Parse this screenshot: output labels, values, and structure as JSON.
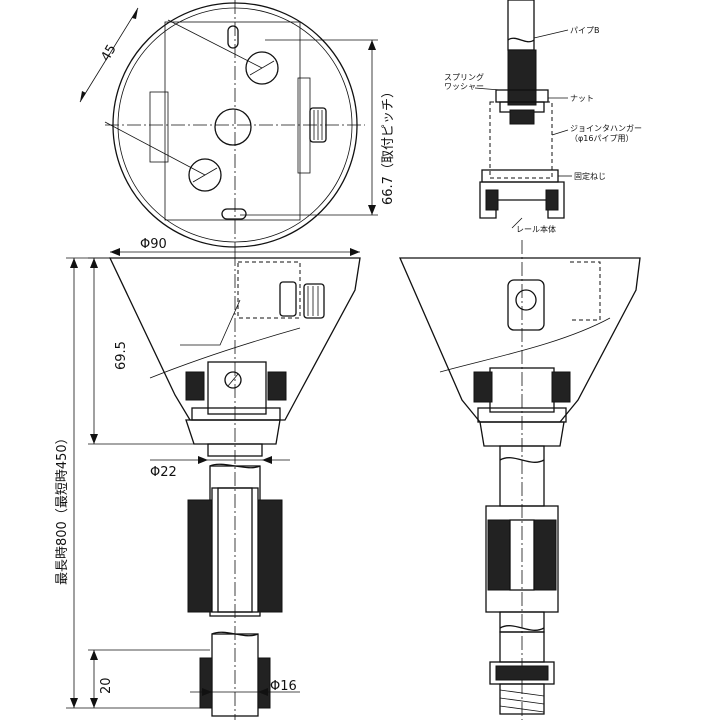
{
  "front_view": {
    "dim_45": "45",
    "dim_66_7": "66.7（取付ピッチ）",
    "dim_phi90": "Φ90",
    "dim_69_5": "69.5",
    "dim_phi22": "Φ22",
    "dim_total": "最長時800（最短時450）",
    "dim_20": "20",
    "dim_phi16": "Φ16"
  },
  "side_view": {
    "label_pipe": "パイプB",
    "label_spring_washer": "スプリング\nワッシャー",
    "label_nut": "ナット",
    "label_joint_hanger": "ジョインタハンガー\n（φ16パイプ用）",
    "label_fix_screw": "固定ねじ",
    "label_rail": "レール本体"
  }
}
